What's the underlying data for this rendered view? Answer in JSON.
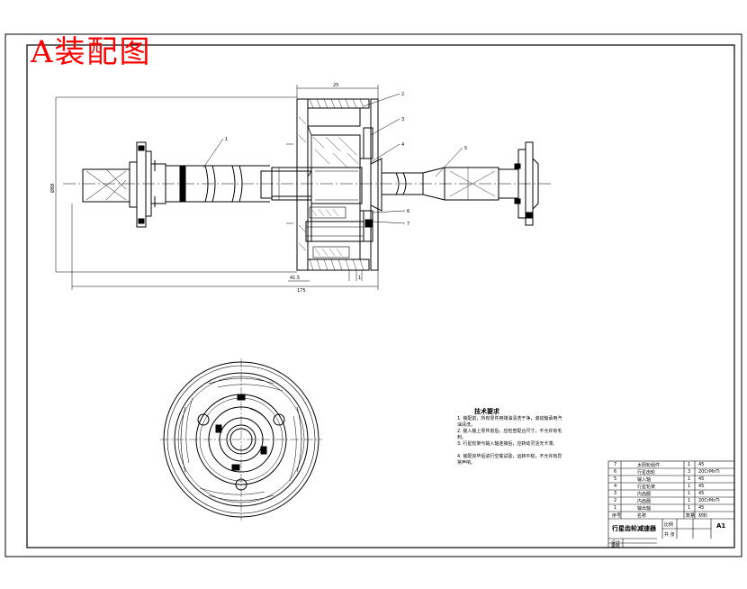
{
  "drawing": {
    "title": "A装配图",
    "title_color": "#ff0000",
    "line_color": "#000000",
    "dimensions": {
      "top_width": "25",
      "overall_length": "175",
      "height": "Ø88",
      "small_a": "41.5",
      "small_b": "1"
    },
    "callouts": [
      "1",
      "2",
      "3",
      "4",
      "5",
      "6",
      "7"
    ],
    "tech_requirements": {
      "title": "技术要求",
      "items": [
        "1. 装配前，所有零件用煤油清洗干净，滚动轴承用汽油清洗。",
        "2. 装入轴上零件前后，应检查配合尺寸，不允许有毛刺。",
        "3. 行星轮架与输入轴连接后，应转动灵活无卡滞。",
        "4. 装配完毕后进行空载试验，运转平稳，不允许有异常声响。"
      ]
    },
    "title_block": {
      "parts": [
        {
          "no": "7",
          "name": "太阳轮组件",
          "qty": "1",
          "mat": "45"
        },
        {
          "no": "6",
          "name": "行星齿轮",
          "qty": "3",
          "mat": "20CrMnTi"
        },
        {
          "no": "5",
          "name": "输入轴",
          "qty": "1",
          "mat": "45"
        },
        {
          "no": "4",
          "name": "行星轮架",
          "qty": "1",
          "mat": "45"
        },
        {
          "no": "3",
          "name": "内齿圈",
          "qty": "1",
          "mat": "45"
        },
        {
          "no": "2",
          "name": "内齿圈",
          "qty": "1",
          "mat": "20CrMnTi"
        },
        {
          "no": "1",
          "name": "输出轴",
          "qty": "1",
          "mat": "45"
        }
      ],
      "header": {
        "no": "序号",
        "name": "名称",
        "qty": "数量",
        "mat": "材料"
      },
      "drawing_name": "行星齿轮减速器",
      "sheet_size": "A1",
      "scale_label": "比例",
      "sheet_label": "共 张",
      "design_label": "设计",
      "check_label": "审核"
    }
  }
}
